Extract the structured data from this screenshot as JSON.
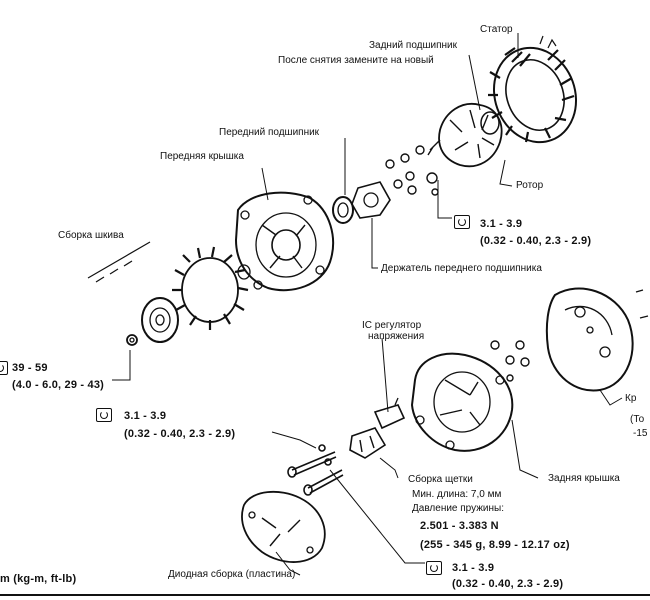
{
  "labels": {
    "stator": "Статор",
    "rear_bearing": "Задний подшипник",
    "replace_note": "После снятия замените на новый",
    "front_bearing": "Передний подшипник",
    "front_cover": "Передняя крышка",
    "rotor": "Ротор",
    "pulley_assembly": "Сборка шкива",
    "front_bearing_retainer": "Держатель переднего подшипника",
    "ic_regulator_line1": "IC регулятор",
    "ic_regulator_line2": "напряжения",
    "rear_cover": "Задняя крышка",
    "brush_assembly": "Сборка щетки",
    "min_length": "Мин. длина: 7,0 мм",
    "spring_pressure": "Давление пружины:",
    "diode_assembly": "Диодная сборка (пластина)",
    "cover_right_1": "Кр",
    "cover_right_2": "(То",
    "cover_right_3": "-15"
  },
  "torque_specs": {
    "rotor_bolts_value": "3.1 - 3.9",
    "rotor_bolts_units": "(0.32 - 0.40, 2.3 - 2.9)",
    "pulley_nut_value": "39 - 59",
    "pulley_nut_units": "(4.0 - 6.0, 29 - 43)",
    "through_bolts_value": "3.1 - 3.9",
    "through_bolts_units": "(0.32 - 0.40, 2.3 - 2.9)",
    "spring_force": "2.501 - 3.383 N",
    "spring_force_units": "(255 - 345 g, 8.99 - 12.17 oz)",
    "diode_bolts_value": "3.1 - 3.9",
    "diode_bolts_units": "(0.32 - 0.40, 2.3 - 2.9)",
    "unit_legend": "m (kg-m, ft-lb)"
  },
  "icons": [
    "torque-wrench-icon"
  ]
}
